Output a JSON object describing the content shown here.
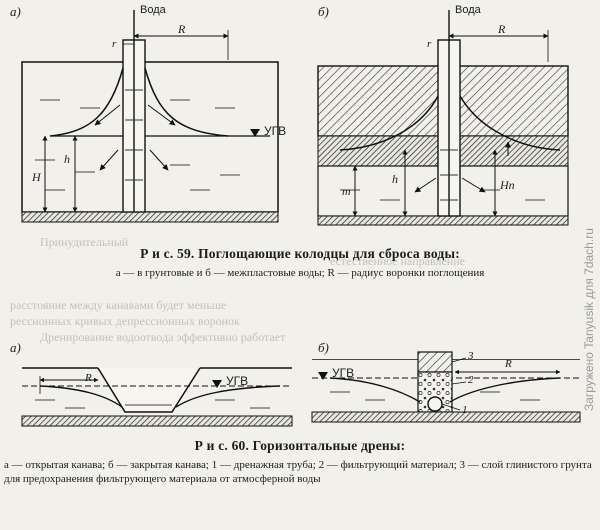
{
  "fig59": {
    "panel_a": "а)",
    "panel_b": "б)",
    "water_a": "Вода",
    "water_b": "Вода",
    "r_a": "r",
    "R_a": "R",
    "r_b": "r",
    "R_b": "R",
    "ugv": "УГВ",
    "h_a": "h",
    "H_a": "H",
    "m_b": "m",
    "h_b": "h",
    "Hp_b": "Hп",
    "caption": "Р и с. 59. Поглощающие колодцы для сброса воды:",
    "legend": "а — в грунтовые и б — межпластовые воды; R — радиус воронки поглощения"
  },
  "fig60": {
    "panel_a": "а)",
    "panel_b": "б)",
    "R_a": "R",
    "ugv_a": "УГВ",
    "ugv_b": "УГВ",
    "R_b": "R",
    "n1": "1",
    "n2": "2",
    "n3": "3",
    "caption": "Р и с. 60. Горизонтальные дрены:",
    "legend": "а — открытая канава; б — закрытая канава; 1 — дренажная труба; 2 — фильтрующий материал; 3 — слой глинистого грунта для предохранения фильтрующего материала от атмосферной воды"
  },
  "background_text": {
    "line1": "Принудительный",
    "line2": "естественное направление",
    "line3": "расстояние между канавами будет меньше",
    "line4": "рессионных кривых депрессионных воронок",
    "line5": "Дренирование водоотвода эффективно работает"
  },
  "watermark": "Загружено Tanyusik для 7dach.ru"
}
